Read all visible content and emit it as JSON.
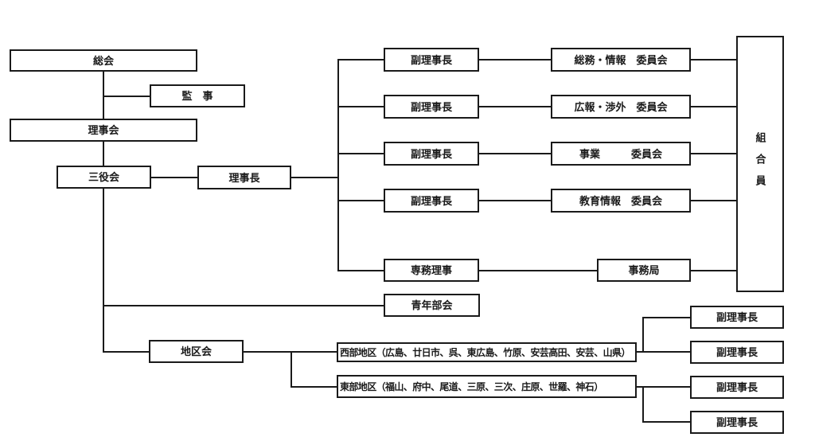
{
  "org_chart": {
    "nodes": {
      "soukai": "総会",
      "kanji": "監　事",
      "rijikai": "理事会",
      "sanyakukai": "三役会",
      "rijichou": "理事長",
      "fuku_rijichou_1": "副理事長",
      "fuku_rijichou_2": "副理事長",
      "fuku_rijichou_3": "副理事長",
      "fuku_rijichou_4": "副理事長",
      "soumu_jouhou_iinkai": "総務・情報　委員会",
      "kouhou_shougai_iinkai": "広報・渉外　委員会",
      "jigyou_iinkai": "事業　　　委員会",
      "kyouiku_jouhou_iinkai": "教育情報　委員会",
      "senmu_riji": "専務理事",
      "jimukyoku": "事務局",
      "kumiaiin": "組合員",
      "seinen_bukai": "青年部会",
      "chikukai": "地区会",
      "seibu_chiku": "西部地区（広島、廿日市、呉、東広島、竹原、安芸高田、安芸、山県）",
      "toubu_chiku": "東部地区（福山、府中、尾道、三原、三次、庄原、世羅、神石）",
      "fuku_rijichou_5": "副理事長",
      "fuku_rijichou_6": "副理事長",
      "fuku_rijichou_7": "副理事長",
      "fuku_rijichou_8": "副理事長"
    },
    "colors": {
      "background": "#ffffff",
      "line": "#1a1a1a",
      "box_fill": "#ffffff",
      "text": "#1a1a1a"
    }
  }
}
